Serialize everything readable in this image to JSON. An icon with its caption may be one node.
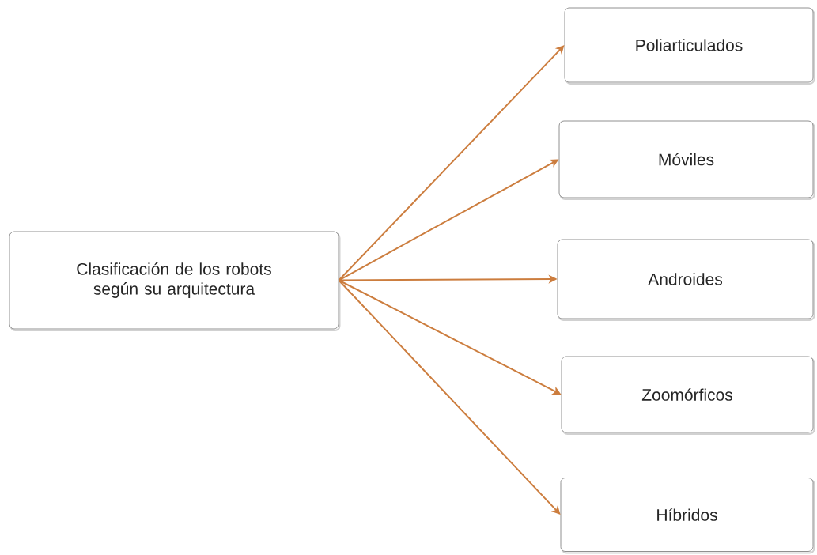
{
  "diagram": {
    "nodes": [
      {
        "text": [
          "Clasificación de los robots según su arquitectura"
        ]
      },
      {
        "text": [
          "Poliarticulados"
        ]
      },
      {
        "text": [
          "Móviles"
        ]
      },
      {
        "text": [
          "Androides"
        ]
      },
      {
        "text": [
          "Zoomórficos"
        ]
      },
      {
        "text": [
          "Híbridos"
        ]
      }
    ],
    "edges": [
      {
        "from": 0,
        "to": 1,
        "arrow": "to"
      },
      {
        "from": 0,
        "to": 2,
        "arrow": "to"
      },
      {
        "from": 0,
        "to": 3,
        "arrow": "to"
      },
      {
        "from": 0,
        "to": 4,
        "arrow": "to"
      },
      {
        "from": 0,
        "to": 5,
        "arrow": "to"
      }
    ]
  }
}
